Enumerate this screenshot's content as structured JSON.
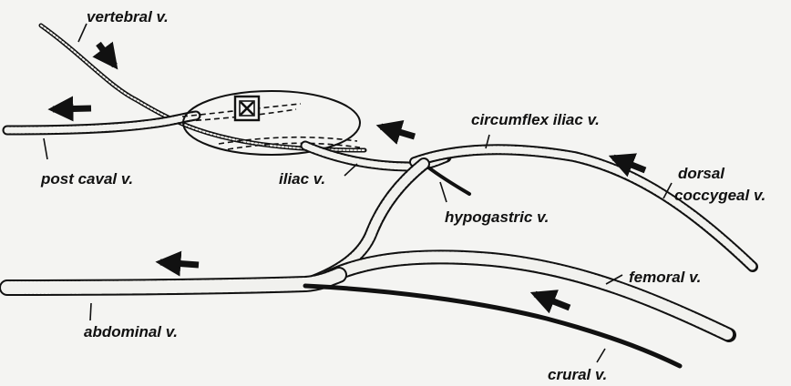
{
  "labels": {
    "vertebral": "vertebral v.",
    "post_caval": "post caval v.",
    "iliac": "iliac v.",
    "circumflex_iliac": "circumflex iliac v.",
    "dorsal_coccygeal_line1": "dorsal",
    "dorsal_coccygeal_line2": "coccygeal v.",
    "hypogastric": "hypogastric v.",
    "femoral": "femoral v.",
    "abdominal": "abdominal v.",
    "crural": "crural v."
  },
  "icons": {
    "flow_arrow": "arrow-icon",
    "kidney_marker": "crossed-box-icon"
  },
  "colors": {
    "ink": "#111111",
    "paper": "#f4f4f2"
  }
}
